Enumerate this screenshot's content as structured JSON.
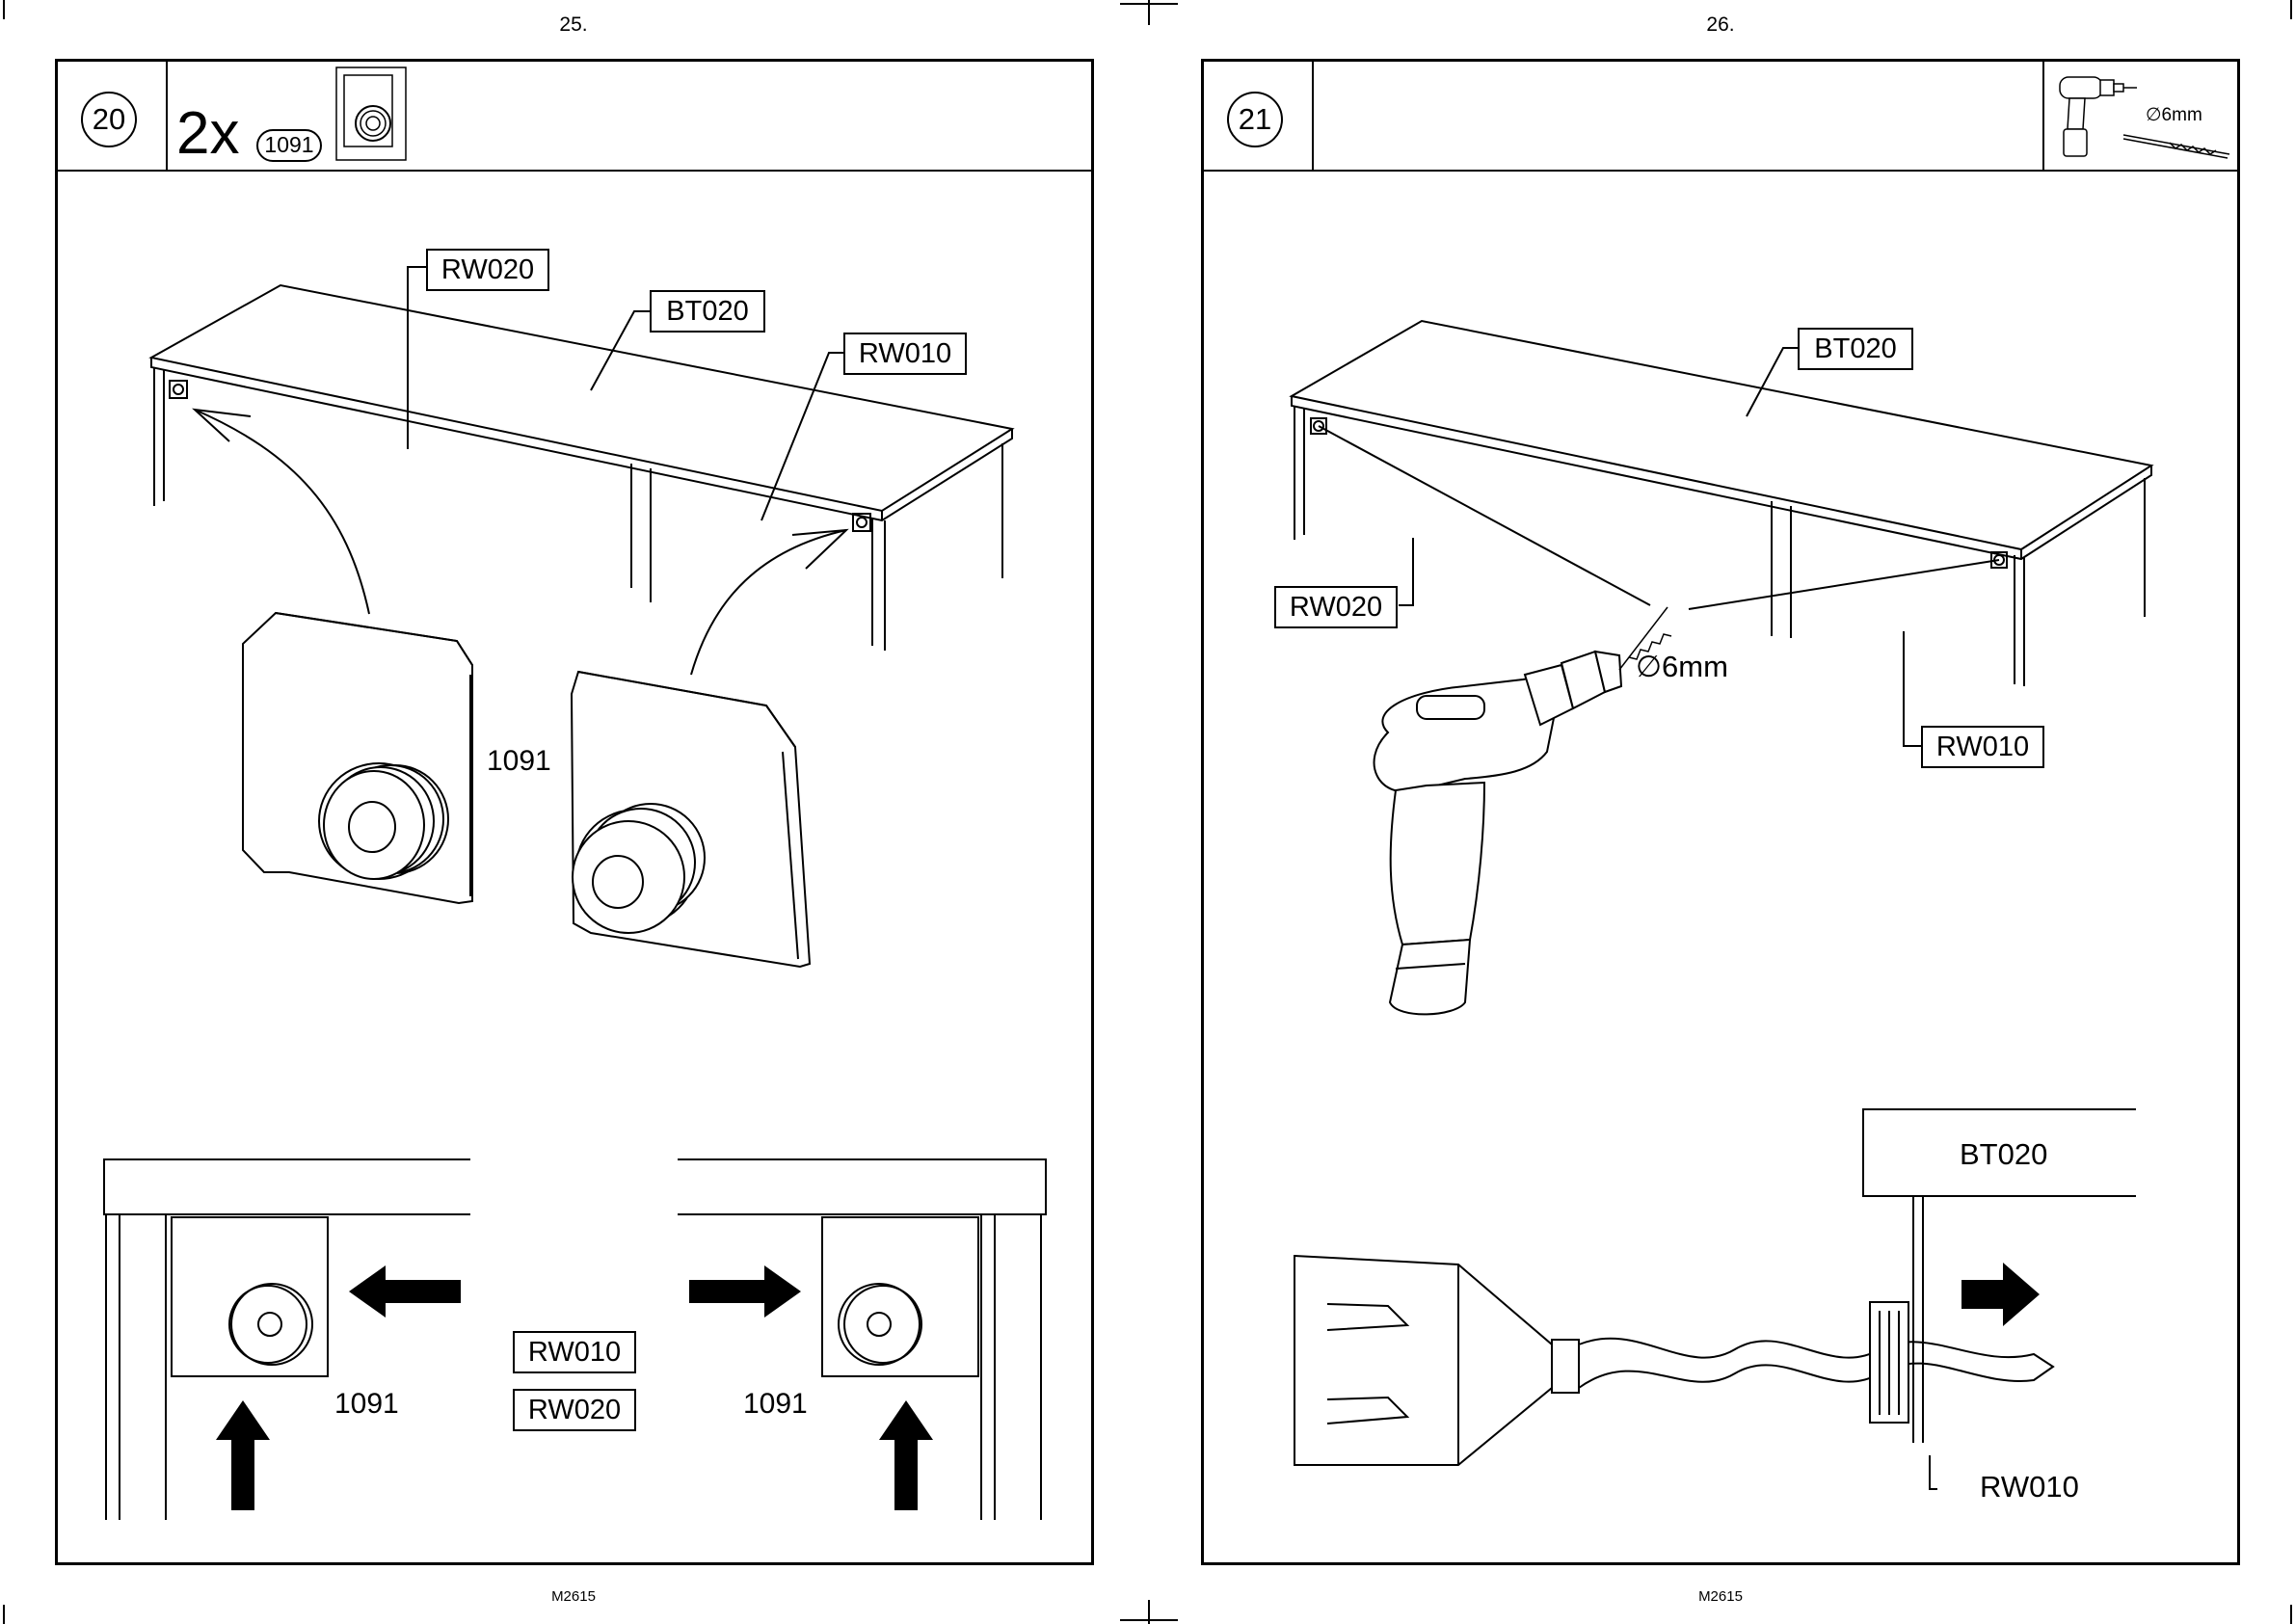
{
  "pages": [
    {
      "page_number": "25.",
      "footer": "M2615",
      "step": {
        "number": "20",
        "quantity": "2x",
        "part_code": "1091",
        "callouts": {
          "rw020_top": "RW020",
          "bt020_top": "BT020",
          "rw010_top": "RW010",
          "part_center": "1091",
          "rw010_bottom": "RW010",
          "rw020_bottom": "RW020",
          "part_left": "1091",
          "part_right": "1091"
        }
      }
    },
    {
      "page_number": "26.",
      "footer": "M2615",
      "step": {
        "number": "21",
        "tool_label": "∅6mm",
        "callouts": {
          "bt020_top": "BT020",
          "rw020_left": "RW020",
          "drill_size": "∅6mm",
          "rw010_right": "RW010",
          "bt020_detail": "BT020",
          "rw010_detail": "RW010"
        }
      }
    }
  ]
}
